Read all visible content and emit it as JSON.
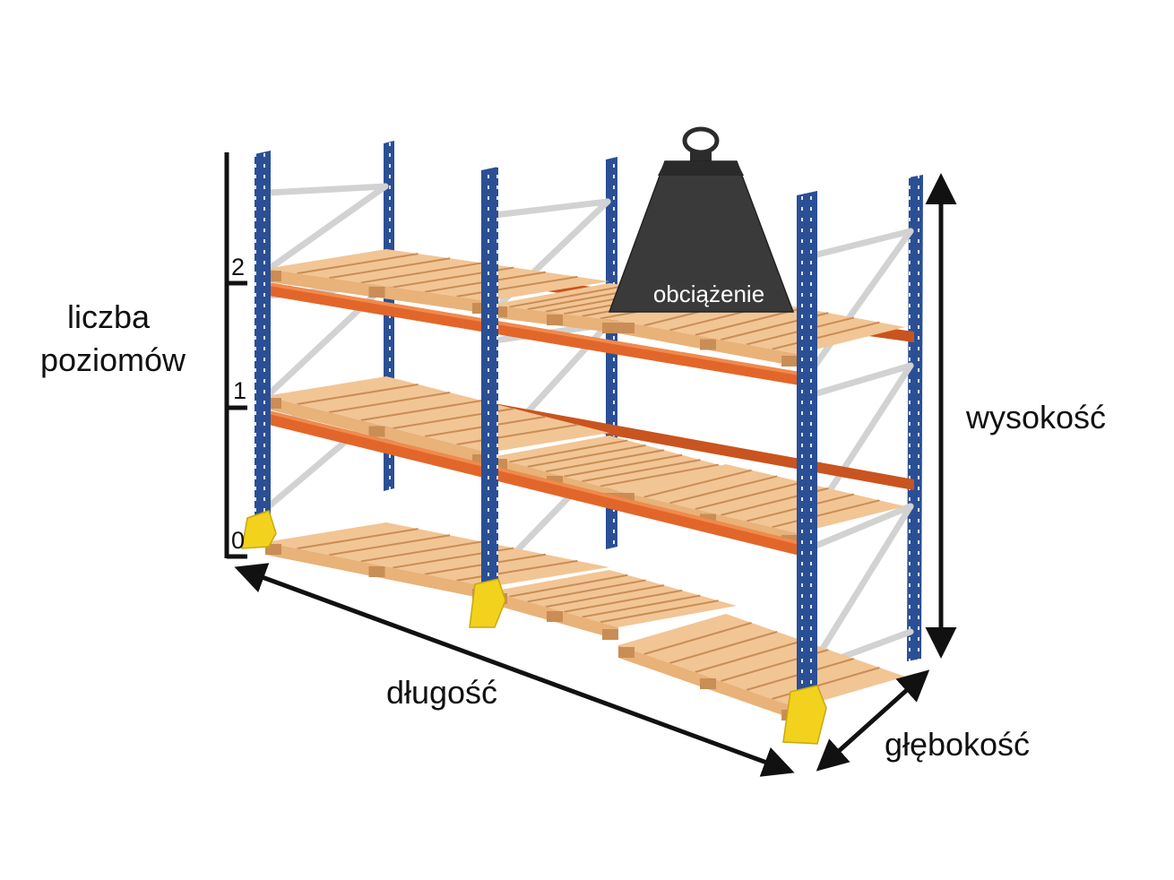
{
  "labels": {
    "levels_count": [
      "liczba",
      "poziomów"
    ],
    "height": "wysokość",
    "length": "długość",
    "depth": "głębokość",
    "load": "obciążenie"
  },
  "level_numbers": [
    "2",
    "1",
    "0"
  ],
  "colors": {
    "upright": "#2b4f94",
    "upright_dark": "#1b3a73",
    "beam": "#e2662a",
    "pallet": "#f2c595",
    "pallet_dark": "#c98d55",
    "brace": "#d3d3d3",
    "foot_guard": "#f2d21c",
    "weight": "#3a3a3a",
    "dimension_line": "#111111"
  },
  "icons": {
    "weight": "load-weight-icon"
  }
}
